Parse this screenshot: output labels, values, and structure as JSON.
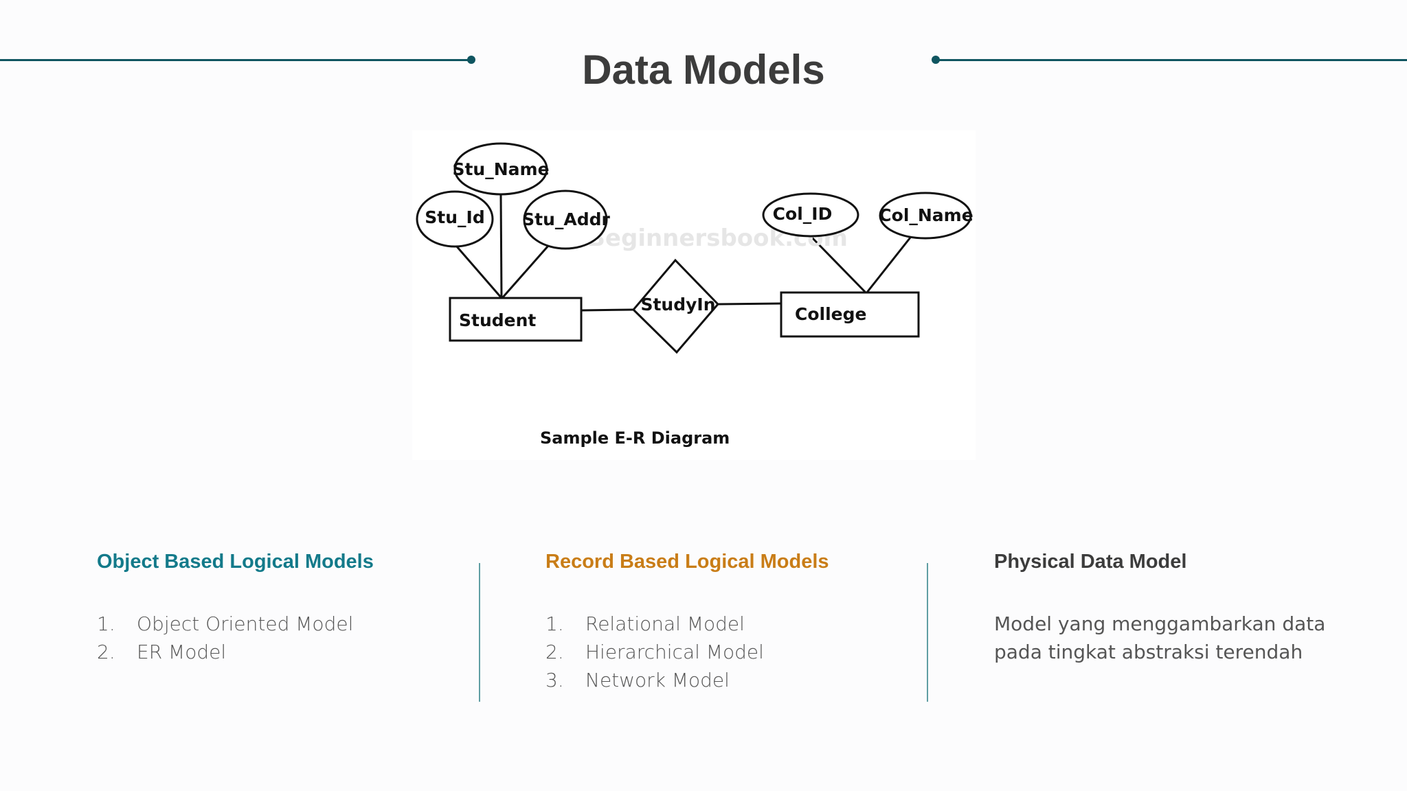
{
  "slide": {
    "title": "Data Models"
  },
  "diagram": {
    "watermark": "Beginnersbook.com",
    "caption": "Sample E-R Diagram",
    "entities": [
      "Student",
      "College"
    ],
    "relationship": "StudyIn",
    "attributes": [
      "Stu_Name",
      "Stu_Id",
      "Stu_Addr",
      "Col_ID",
      "Col_Name"
    ]
  },
  "columns": [
    {
      "heading": "Object Based Logical Models",
      "items": [
        {
          "num": "1.",
          "text": "Object Oriented Model"
        },
        {
          "num": "2.",
          "text": "ER Model"
        }
      ]
    },
    {
      "heading": "Record Based Logical Models",
      "items": [
        {
          "num": "1.",
          "text": "Relational Model"
        },
        {
          "num": "2.",
          "text": "Hierarchical Model"
        },
        {
          "num": "3.",
          "text": "Network Model"
        }
      ]
    },
    {
      "heading": "Physical Data Model",
      "description": "Model yang menggambarkan data pada tingkat abstraksi terendah"
    }
  ],
  "colors": {
    "accent_line": "#0f5560",
    "heading_teal": "#137a8a",
    "heading_orange": "#c97d17",
    "heading_dark": "#3c3c3c",
    "body_text": "#555555",
    "divider": "#5f9ea3"
  }
}
